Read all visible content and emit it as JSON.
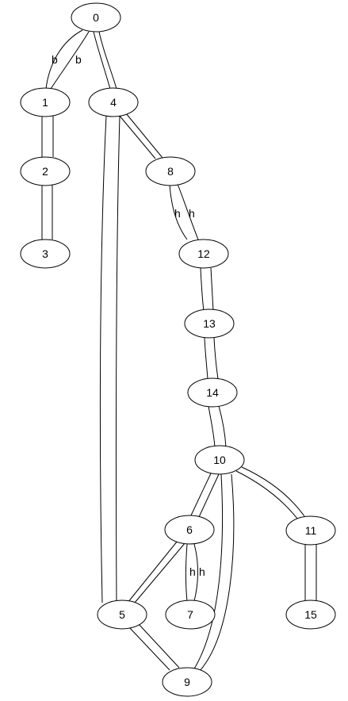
{
  "graph": {
    "nodes": [
      {
        "id": "n0",
        "label": "0"
      },
      {
        "id": "n1",
        "label": "1"
      },
      {
        "id": "n2",
        "label": "2"
      },
      {
        "id": "n3",
        "label": "3"
      },
      {
        "id": "n4",
        "label": "4"
      },
      {
        "id": "n5",
        "label": "5"
      },
      {
        "id": "n6",
        "label": "6"
      },
      {
        "id": "n7",
        "label": "7"
      },
      {
        "id": "n8",
        "label": "8"
      },
      {
        "id": "n9",
        "label": "9"
      },
      {
        "id": "n10",
        "label": "10"
      },
      {
        "id": "n11",
        "label": "11"
      },
      {
        "id": "n12",
        "label": "12"
      },
      {
        "id": "n13",
        "label": "13"
      },
      {
        "id": "n14",
        "label": "14"
      },
      {
        "id": "n15",
        "label": "15"
      }
    ],
    "edges": [
      {
        "id": "e0-1-a",
        "from": "0",
        "to": "1",
        "label": "b"
      },
      {
        "id": "e0-1-b",
        "from": "0",
        "to": "1",
        "label": "b"
      },
      {
        "id": "e0-4-a",
        "from": "0",
        "to": "4",
        "label": ""
      },
      {
        "id": "e0-4-b",
        "from": "0",
        "to": "4",
        "label": ""
      },
      {
        "id": "e1-2-a",
        "from": "1",
        "to": "2",
        "label": ""
      },
      {
        "id": "e1-2-b",
        "from": "1",
        "to": "2",
        "label": ""
      },
      {
        "id": "e2-3-a",
        "from": "2",
        "to": "3",
        "label": ""
      },
      {
        "id": "e2-3-b",
        "from": "2",
        "to": "3",
        "label": ""
      },
      {
        "id": "e4-8-a",
        "from": "4",
        "to": "8",
        "label": ""
      },
      {
        "id": "e4-8-b",
        "from": "4",
        "to": "8",
        "label": ""
      },
      {
        "id": "e4-5-a",
        "from": "4",
        "to": "5",
        "label": ""
      },
      {
        "id": "e4-5-b",
        "from": "4",
        "to": "5",
        "label": ""
      },
      {
        "id": "e8-12-a",
        "from": "8",
        "to": "12",
        "label": "h"
      },
      {
        "id": "e8-12-b",
        "from": "8",
        "to": "12",
        "label": "h"
      },
      {
        "id": "e12-13-a",
        "from": "12",
        "to": "13",
        "label": ""
      },
      {
        "id": "e12-13-b",
        "from": "12",
        "to": "13",
        "label": ""
      },
      {
        "id": "e13-14-a",
        "from": "13",
        "to": "14",
        "label": ""
      },
      {
        "id": "e13-14-b",
        "from": "13",
        "to": "14",
        "label": ""
      },
      {
        "id": "e14-10-a",
        "from": "14",
        "to": "10",
        "label": ""
      },
      {
        "id": "e14-10-b",
        "from": "14",
        "to": "10",
        "label": ""
      },
      {
        "id": "e10-6-a",
        "from": "10",
        "to": "6",
        "label": ""
      },
      {
        "id": "e10-6-b",
        "from": "10",
        "to": "6",
        "label": ""
      },
      {
        "id": "e10-9-a",
        "from": "10",
        "to": "9",
        "label": ""
      },
      {
        "id": "e10-9-b",
        "from": "10",
        "to": "9",
        "label": ""
      },
      {
        "id": "e10-11-a",
        "from": "10",
        "to": "11",
        "label": ""
      },
      {
        "id": "e10-11-b",
        "from": "10",
        "to": "11",
        "label": ""
      },
      {
        "id": "e6-5-a",
        "from": "6",
        "to": "5",
        "label": ""
      },
      {
        "id": "e6-5-b",
        "from": "6",
        "to": "5",
        "label": ""
      },
      {
        "id": "e6-7-a",
        "from": "6",
        "to": "7",
        "label": "h"
      },
      {
        "id": "e6-7-b",
        "from": "6",
        "to": "7",
        "label": "h"
      },
      {
        "id": "e5-9-a",
        "from": "5",
        "to": "9",
        "label": ""
      },
      {
        "id": "e5-9-b",
        "from": "5",
        "to": "9",
        "label": ""
      },
      {
        "id": "e11-15-a",
        "from": "11",
        "to": "15",
        "label": ""
      },
      {
        "id": "e11-15-b",
        "from": "11",
        "to": "15",
        "label": ""
      }
    ]
  }
}
